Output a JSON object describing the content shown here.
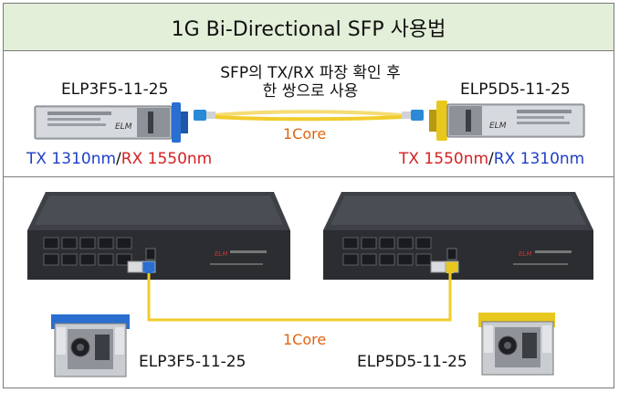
{
  "title": "1G Bi-Directional SFP 사용법",
  "top": {
    "left_model": "ELP3F5-11-25",
    "right_model": "ELP5D5-11-25",
    "note_line1": "SFP의 TX/RX 파장 확인 후",
    "note_line2": "한 쌍으로 사용",
    "cable_label": "1Core",
    "left_tx": "TX 1310nm",
    "left_rx": "RX 1550nm",
    "right_tx": "TX 1550nm",
    "right_rx": "RX 1310nm",
    "slash": "/"
  },
  "bottom": {
    "cable_label": "1Core",
    "left_model": "ELP3F5-11-25",
    "right_model": "ELP5D5-11-25"
  },
  "colors": {
    "title_bg": "#e3efd9",
    "tx_left": "#1f3fc8",
    "rx_left": "#d42222",
    "cable": "#f2cc2c",
    "cable_label": "#e0650f",
    "sfp_tab_left": "#2a6fd0",
    "sfp_tab_right": "#e8c81e"
  },
  "icons": {
    "sfp_module": "sfp-module-icon",
    "fiber_cable": "fiber-cable-icon",
    "switch": "network-switch-icon"
  }
}
